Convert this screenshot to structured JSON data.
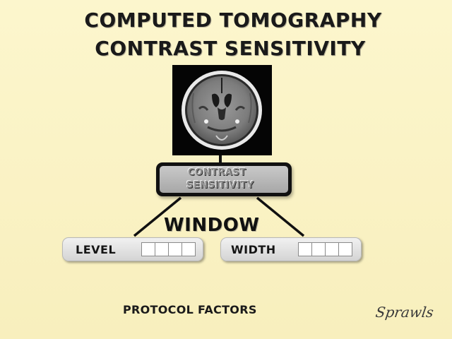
{
  "title": {
    "line1": "COMPUTED TOMOGRAPHY",
    "line2": "CONTRAST SENSITIVITY"
  },
  "image": {
    "subject": "axial brain CT scan"
  },
  "contrast_box": {
    "line1": "CONTRAST",
    "line2": "SENSITIVITY"
  },
  "window": {
    "label": "WINDOW",
    "level": {
      "label": "LEVEL",
      "cells": [
        "",
        "",
        "",
        ""
      ]
    },
    "width": {
      "label": "WIDTH",
      "cells": [
        "",
        "",
        "",
        ""
      ]
    }
  },
  "footer": {
    "label": "PROTOCOL FACTORS",
    "signature": "Sprawls"
  },
  "colors": {
    "background": "#fbf4c6",
    "box_dark": "#111111",
    "box_gray": "#b8b8b8"
  }
}
